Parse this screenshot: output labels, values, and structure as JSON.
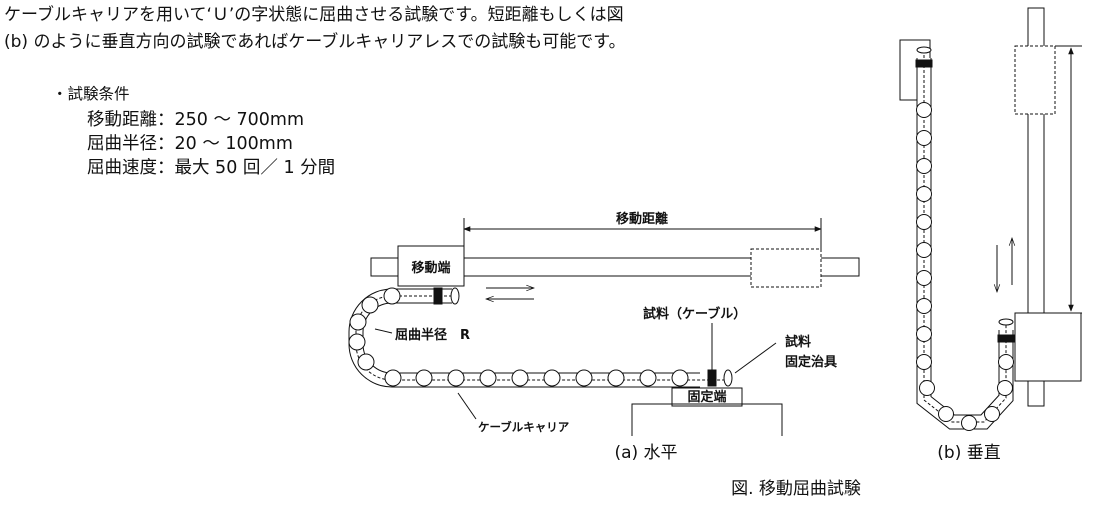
{
  "intro": {
    "line1": "ケーブルキャリアを用いて‘Ｕ’の字状態に屈曲させる試験です。短距離もしくは図",
    "line2": "(b) のように垂直方向の試験であればケーブルキャリアレスでの試験も可能です。"
  },
  "conditions": {
    "heading": "・試験条件",
    "items": [
      "移動距離：250 ～ 700mm",
      "屈曲半径：20 ～ 100mm",
      "屈曲速度：最大 50 回／ 1 分間"
    ]
  },
  "figure": {
    "moving_distance": "移動距離",
    "moving_end": "移動端",
    "bend_radius": "屈曲半径　R",
    "specimen_cable": "試料（ケーブル）",
    "fixture_line1": "試料",
    "fixture_line2": "固定治具",
    "fixed_end": "固定端",
    "cable_carrier": "ケーブルキャリア",
    "caption_a": "(a) 水平",
    "caption_b": "(b) 垂直",
    "figure_caption": "図.  移動屈曲試験"
  }
}
